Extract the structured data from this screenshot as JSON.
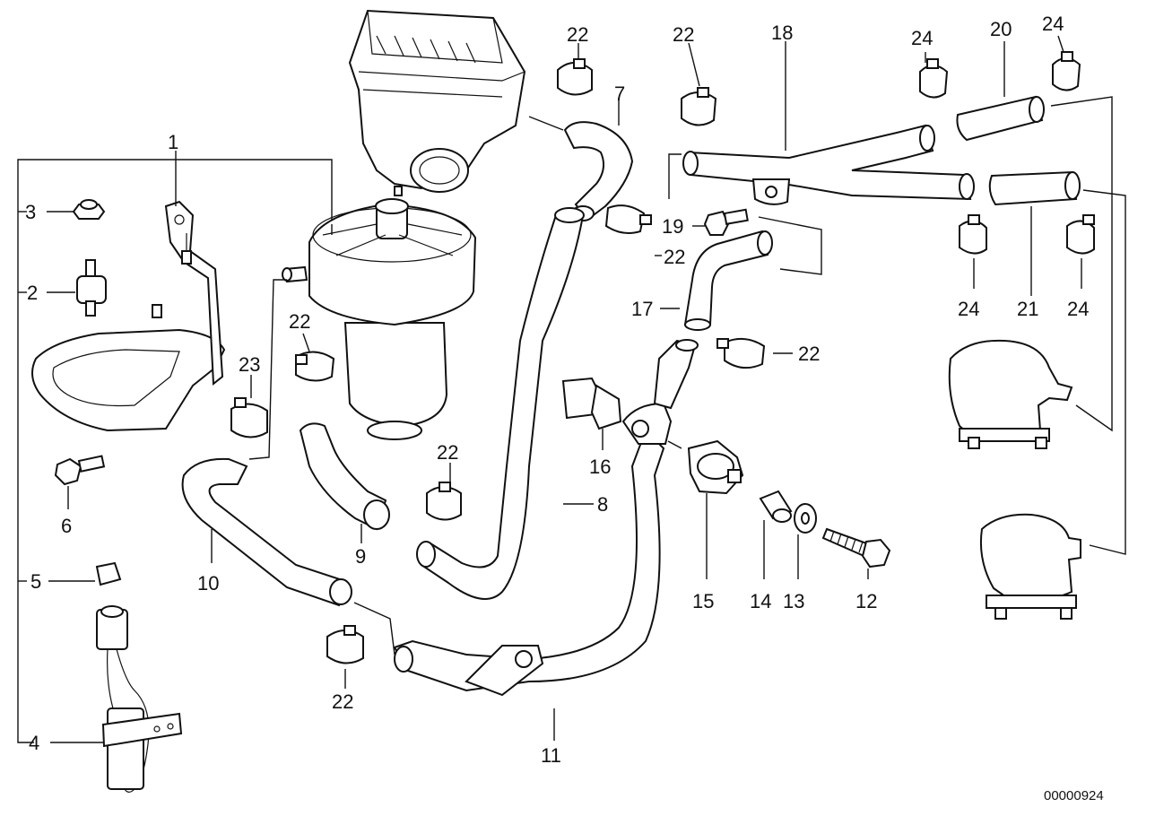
{
  "diagram": {
    "drawing_number": "00000924",
    "callouts": {
      "c1": "1",
      "c2": "2",
      "c3": "3",
      "c4": "4",
      "c5": "5",
      "c6": "6",
      "c7": "7",
      "c8": "8",
      "c9": "9",
      "c10": "10",
      "c11": "11",
      "c12": "12",
      "c13": "13",
      "c14": "14",
      "c15": "15",
      "c16": "16",
      "c17": "17",
      "c18": "18",
      "c19": "19",
      "c20": "20",
      "c21": "21",
      "c22a": "22",
      "c22b": "22",
      "c22c": "22",
      "c22d": "22",
      "c22e": "22",
      "c22f": "22",
      "c22g": "22",
      "c23": "23",
      "c24a": "24",
      "c24b": "24",
      "c24c": "24",
      "c24d": "24"
    }
  }
}
